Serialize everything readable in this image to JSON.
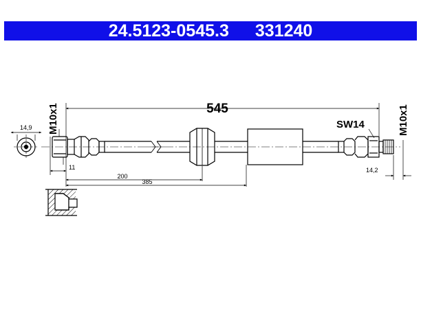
{
  "header": {
    "part_number": "24.5123-0545.3",
    "ref_number": "331240",
    "background": "#1010e8"
  },
  "dimensions": {
    "total_length": "545",
    "wrench_size": "SW14",
    "thread_left": "M10x1",
    "thread_right": "M10x1",
    "diameter_left": "14,9",
    "offset_right": "14,2",
    "fitting_length": "11",
    "to_clamp": "200",
    "to_sleeve": "385"
  }
}
